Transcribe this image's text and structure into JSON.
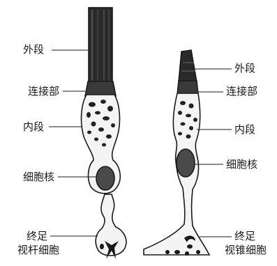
{
  "rod": {
    "labels": {
      "outer_segment": "外段",
      "connecting_cilium": "连接部",
      "inner_segment": "内段",
      "nucleus": "细胞核",
      "terminal": "终足"
    },
    "caption": "视杆细胞"
  },
  "cone": {
    "labels": {
      "outer_segment": "外段",
      "connecting_cilium": "连接部",
      "inner_segment": "内段",
      "nucleus": "细胞核",
      "terminal": "终足"
    },
    "caption": "视锥细胞"
  },
  "colors": {
    "ink": "#1a1a1a",
    "membrane": "#f4f4f4",
    "outer_segment_fill": "#2a2a2a",
    "nucleus_fill": "#4a4a4a"
  }
}
